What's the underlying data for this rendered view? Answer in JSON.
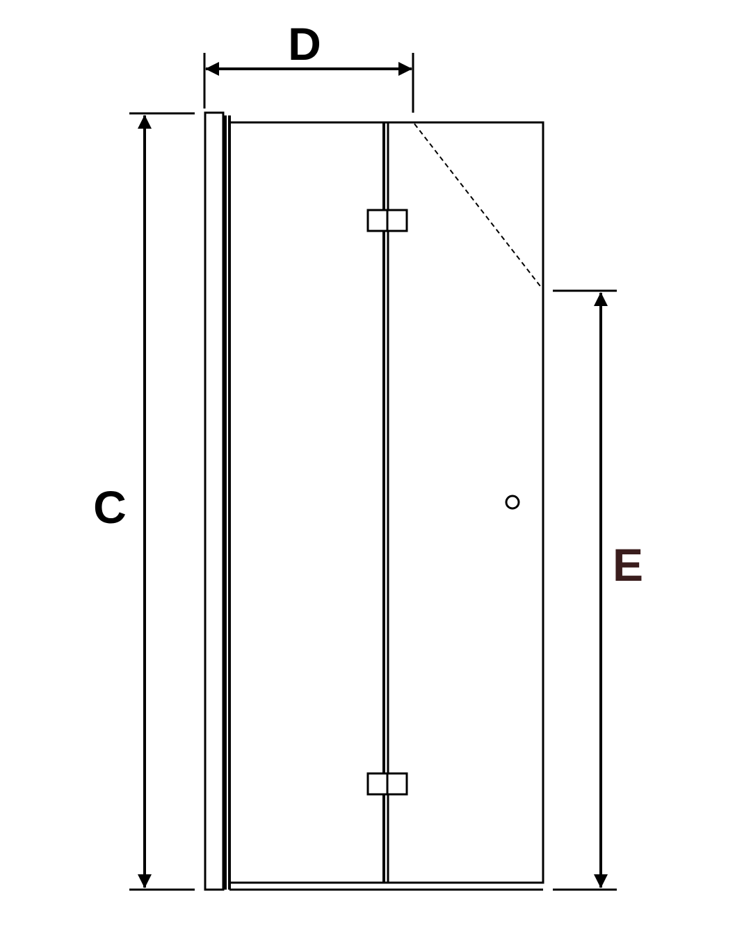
{
  "diagram": {
    "labels": {
      "width": "D",
      "height": "C",
      "panel_height": "E"
    },
    "colors": {
      "stroke": "#000000",
      "label": "#000000",
      "label_e": "#3a1d1d",
      "background": "#ffffff"
    }
  }
}
